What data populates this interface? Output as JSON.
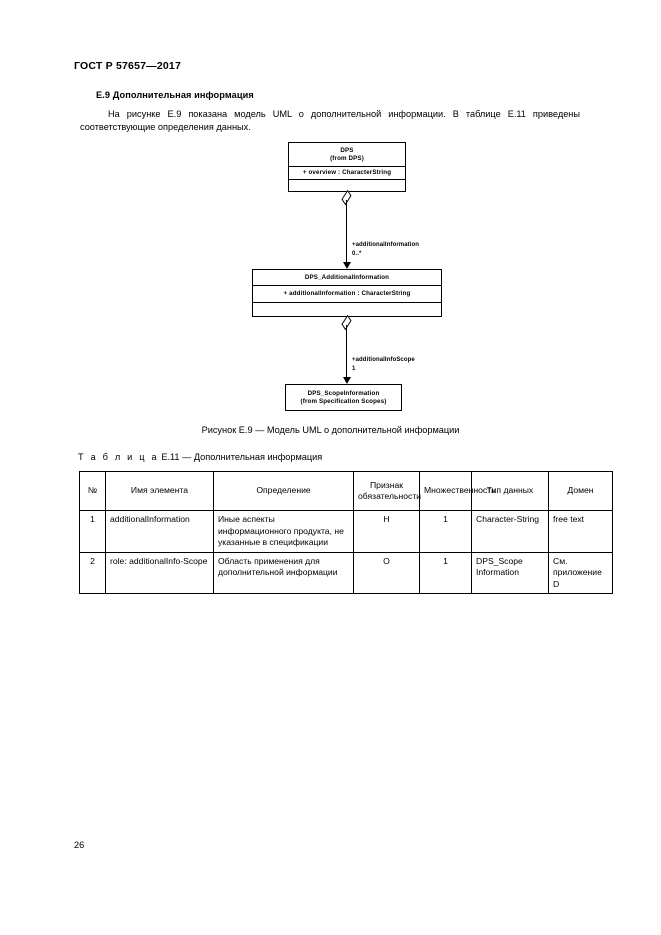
{
  "page": {
    "running_head": "ГОСТ Р 57657—2017",
    "page_number": "26"
  },
  "section": {
    "heading": "E.9 Дополнительная информация",
    "paragraph": "На рисунке E.9 показана модель UML о дополнительной информации. В таблице E.11 приведены соответствующие определения данных."
  },
  "diagram": {
    "caption": "Рисунок E.9 — Модель UML о дополнительной информации",
    "classes": [
      {
        "id": "dps",
        "name": "DPS",
        "stereotype": "(from DPS)",
        "attribute": "+ overview : CharacterString"
      },
      {
        "id": "dps-additional-information",
        "name": "DPS_AdditionalInformation",
        "stereotype": "",
        "attribute": "+ additionalInformation : CharacterString"
      },
      {
        "id": "dps-scope-information",
        "name": "DPS_ScopeInformation",
        "stereotype": "(from Specification Scopes)",
        "attribute": ""
      }
    ],
    "associations": [
      {
        "role": "+additionalInformation",
        "multiplicity": "0..*",
        "from": "DPS",
        "to": "DPS_AdditionalInformation",
        "kind": "aggregation"
      },
      {
        "role": "+additionalInfoScope",
        "multiplicity": "1",
        "from": "DPS_AdditionalInformation",
        "to": "DPS_ScopeInformation",
        "kind": "aggregation"
      }
    ]
  },
  "table": {
    "title_label": "Т а б л и ц а",
    "title_rest": "E.11 — Дополнительная информация",
    "headers": [
      "№",
      "Имя элемента",
      "Определение",
      "Признак обязательности",
      "Множественность",
      "Тип данных",
      "Домен"
    ],
    "rows": [
      {
        "num": "1",
        "name": "additionalInformation",
        "definition": "Иные аспекты информационного продукта, не указанные в спецификации",
        "obligation": "Н",
        "multiplicity": "1",
        "datatype": "Character-String",
        "domain": "free text"
      },
      {
        "num": "2",
        "name": "role: additionalInfo-Scope",
        "definition": "Область применения для дополнительной информации",
        "obligation": "О",
        "multiplicity": "1",
        "datatype": "DPS_Scope Information",
        "domain": "См. приложение D"
      }
    ]
  }
}
